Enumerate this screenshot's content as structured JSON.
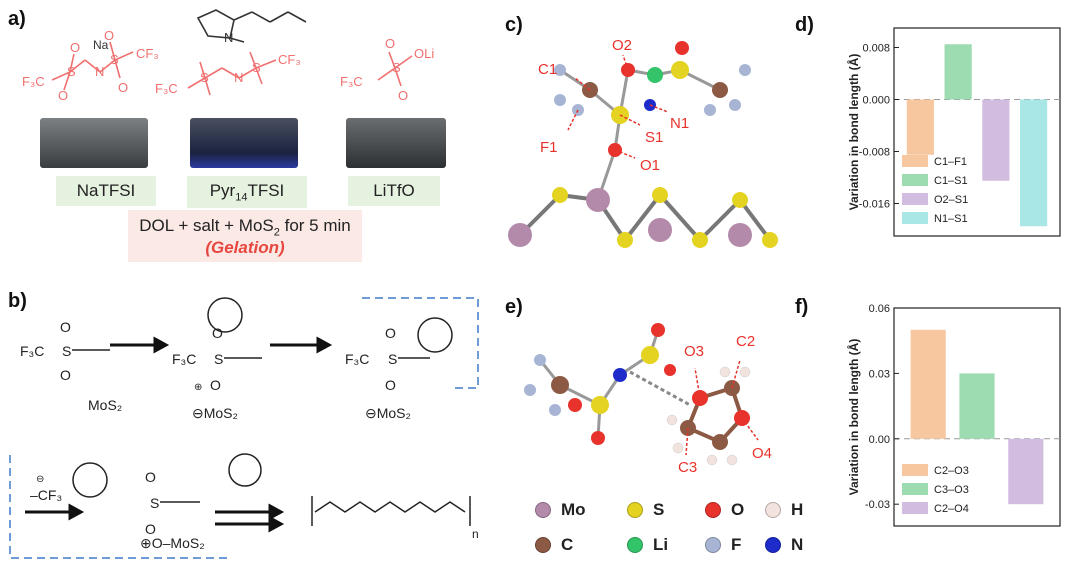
{
  "panel_labels": {
    "a": "a)",
    "b": "b)",
    "c": "c)",
    "d": "d)",
    "e": "e)",
    "f": "f)"
  },
  "panel_a": {
    "salts": [
      "NaTFSI",
      "Pyr14TFSI",
      "LiTfO"
    ],
    "salt2_parts": {
      "pre": "Pyr",
      "sub": "14",
      "post": "TFSI"
    },
    "gel_text": {
      "pre": "DOL + salt + MoS",
      "sub": "2",
      "post": " for 5 min",
      "emph": "(Gelation)"
    },
    "colors": {
      "structure": "#f07070",
      "label_bg": "#e6f2e0",
      "gel_bg": "#fbe9e6",
      "gel_text": "#e8473f"
    }
  },
  "panel_b": {
    "dashed_color": "#6f9bd8"
  },
  "panel_c": {
    "labels": [
      "C1",
      "O2",
      "F1",
      "S1",
      "N1",
      "O1"
    ]
  },
  "panel_e": {
    "labels": [
      "O3",
      "C2",
      "C3",
      "O4"
    ],
    "atom_legend": [
      {
        "symbol": "Mo",
        "color": "#b48aaa"
      },
      {
        "symbol": "S",
        "color": "#e4d321"
      },
      {
        "symbol": "O",
        "color": "#e8322c"
      },
      {
        "symbol": "H",
        "color": "#f2e3df"
      },
      {
        "symbol": "C",
        "color": "#8c5a44"
      },
      {
        "symbol": "Li",
        "color": "#33c46a"
      },
      {
        "symbol": "F",
        "color": "#a7b4d4"
      },
      {
        "symbol": "N",
        "color": "#1c2bc9"
      }
    ]
  },
  "chart_data": [
    {
      "type": "bar",
      "panel": "d",
      "categories": [
        "C1–F1",
        "C1–S1",
        "O2–S1",
        "N1–S1"
      ],
      "values": [
        -0.0085,
        0.0085,
        -0.0125,
        -0.0195
      ],
      "colors": [
        "#f7c7a0",
        "#9ddcb0",
        "#d2bde0",
        "#a9e6e6"
      ],
      "ylabel": "Variation in bond length (Å)",
      "ylim": [
        -0.021,
        0.011
      ],
      "yticks": [
        0.008,
        0.0,
        -0.008,
        -0.016
      ],
      "ytick_labels": [
        "0.008",
        "0.000",
        "-0.008",
        "-0.016"
      ],
      "legend": [
        "C1–F1",
        "C1–S1",
        "O2–S1",
        "N1–S1"
      ],
      "legend_placement": "bottom-left"
    },
    {
      "type": "bar",
      "panel": "f",
      "categories": [
        "C2–O3",
        "C3–O3",
        "C2–O4"
      ],
      "values": [
        0.05,
        0.03,
        -0.03
      ],
      "colors": [
        "#f7c7a0",
        "#9ddcb0",
        "#d2bde0"
      ],
      "ylabel": "Variation in bond length (Å)",
      "ylim": [
        -0.04,
        0.06
      ],
      "yticks": [
        0.06,
        0.03,
        0.0,
        -0.03
      ],
      "ytick_labels": [
        "0.06",
        "0.03",
        "0.00",
        "-0.03"
      ],
      "legend": [
        "C2–O3",
        "C3–O3",
        "C2–O4"
      ],
      "legend_placement": "bottom-left"
    }
  ]
}
